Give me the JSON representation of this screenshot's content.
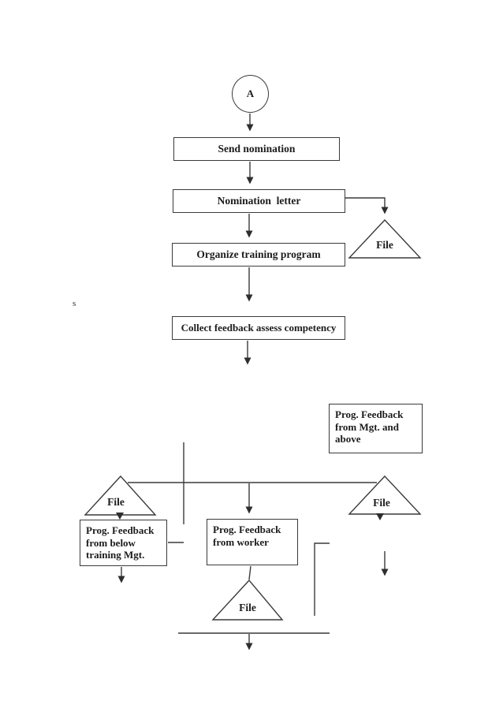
{
  "page": {
    "background": "#ffffff",
    "ink_color": "#3a3a3a",
    "text_color": "#1c1c1c"
  },
  "nodes": {
    "connector_a": {
      "label": "A"
    },
    "send_nomination": {
      "label": "Send nomination"
    },
    "nomination_letter": {
      "label": "Nomination  letter"
    },
    "organize_training": {
      "label": "Organize training program"
    },
    "collect_feedback": {
      "label": "Collect feedback assess competency"
    },
    "feedback_mgt_above": {
      "label": "Prog. Feedback\nfrom Mgt. and\nabove"
    },
    "feedback_below_mgt": {
      "label": "Prog. Feedback\nfrom below\ntraining Mgt."
    },
    "feedback_worker": {
      "label": "Prog. Feedback\nfrom worker"
    },
    "file_top": {
      "label": "File"
    },
    "file_left": {
      "label": "File"
    },
    "file_right": {
      "label": "File"
    },
    "file_bottom": {
      "label": "File"
    }
  },
  "stray_text": "s"
}
